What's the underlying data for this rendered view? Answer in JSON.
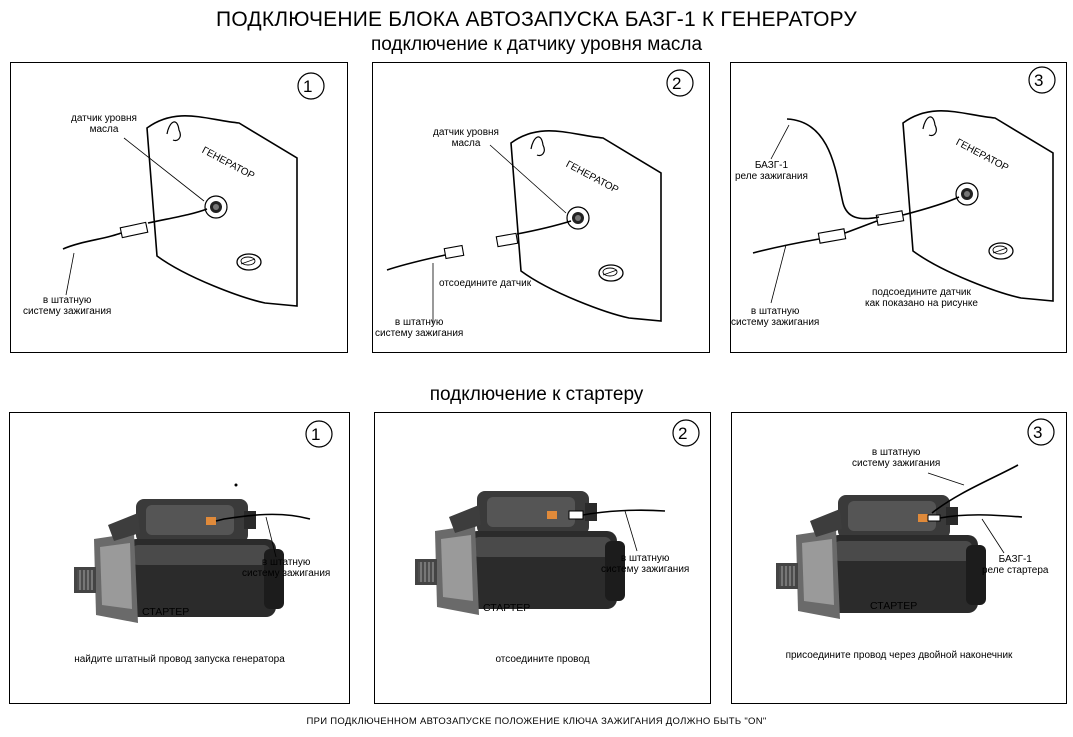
{
  "title": "ПОДКЛЮЧЕНИЕ БЛОКА АВТОЗАПУСКА БАЗГ-1 К ГЕНЕРАТОРУ",
  "subtitle": "подключение к датчику уровня масла",
  "section_starter": "подключение к стартеру",
  "footer": "ПРИ ПОДКЛЮЧЕННОМ АВТОЗАПУСКЕ ПОЛОЖЕНИЕ КЛЮЧА ЗАЖИГАНИЯ ДОЛЖНО БЫТЬ \"ON\"",
  "generator_label": "ГЕНЕРАТОР",
  "starter_label": "СТАРТЕР",
  "oil_panels": [
    {
      "step": "1",
      "sensor_label": "датчик уровня\nмасла",
      "wire_label": "в штатную\nсистему зажигания"
    },
    {
      "step": "2",
      "sensor_label": "датчик уровня\nмасла",
      "action_label": "отсоедините датчик",
      "wire_label": "в штатную\nсистему зажигания"
    },
    {
      "step": "3",
      "relay_label": "БАЗГ-1\nреле зажигания",
      "action_label": "подсоедините датчик\nкак показано на рисунке",
      "wire_label": "в штатную\nсистему зажигания"
    }
  ],
  "starter_panels": [
    {
      "step": "1",
      "wire_label": "в штатную\nсистему зажигания",
      "caption": "найдите штатный провод запуска генератора"
    },
    {
      "step": "2",
      "wire_label": "в штатную\nсистему зажигания",
      "caption": "отсоедините провод"
    },
    {
      "step": "3",
      "wire_label": "в штатную\nсистему зажигания",
      "relay_label": "БАЗГ-1\nреле стартера",
      "caption": "присоедините провод через двойной наконечник"
    }
  ]
}
